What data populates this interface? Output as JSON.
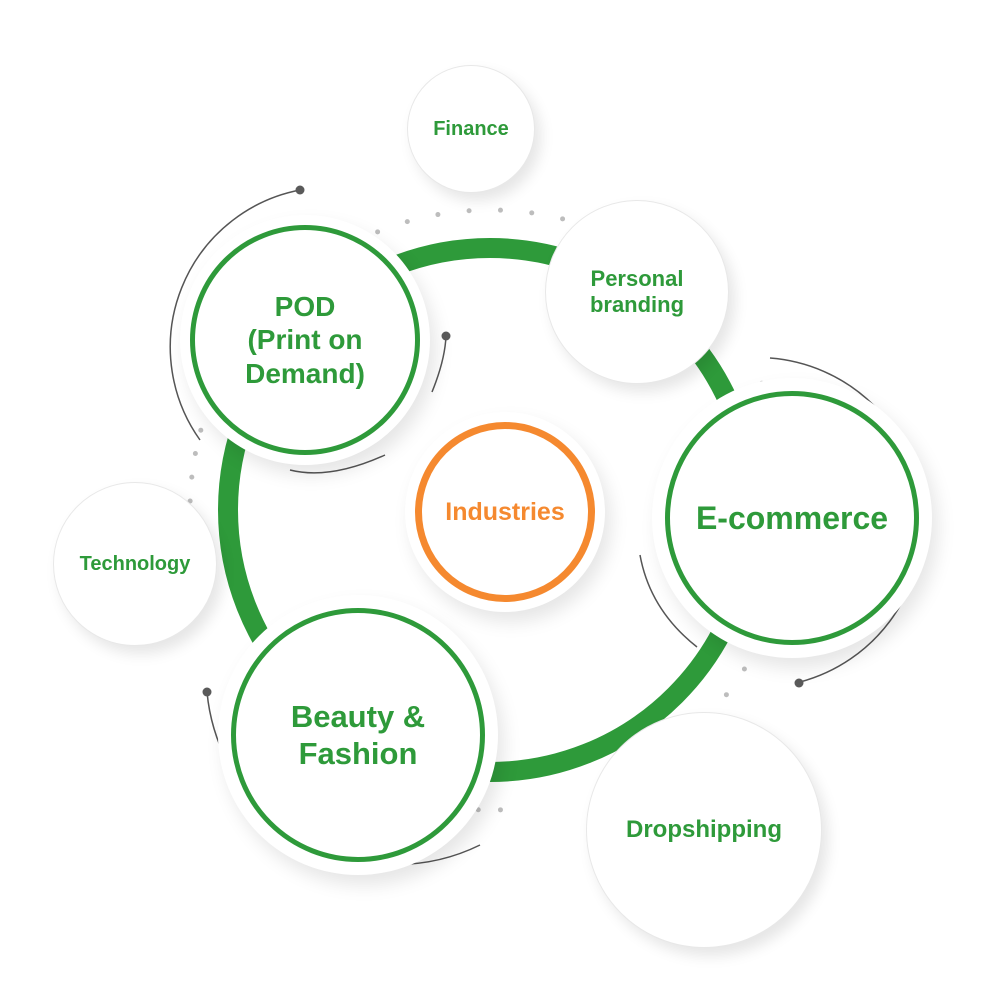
{
  "diagram": {
    "title": "Industries",
    "colors": {
      "primary_green": "#2e9a3a",
      "center_orange": "#f5892f",
      "accent_gray": "#555555",
      "dot_gray": "#bdbdbd"
    },
    "center": {
      "label": "Industries"
    },
    "primary_nodes": [
      {
        "id": "pod",
        "label": "POD (Print on Demand)",
        "lines": [
          "POD",
          "(Print on",
          "Demand)"
        ]
      },
      {
        "id": "ecommerce",
        "label": "E-commerce",
        "lines": [
          "E-commerce"
        ]
      },
      {
        "id": "beauty",
        "label": "Beauty & Fashion",
        "lines": [
          "Beauty &",
          "Fashion"
        ]
      }
    ],
    "secondary_nodes": [
      {
        "id": "finance",
        "label": "Finance",
        "lines": [
          "Finance"
        ]
      },
      {
        "id": "personal-branding",
        "label": "Personal branding",
        "lines": [
          "Personal",
          "branding"
        ]
      },
      {
        "id": "technology",
        "label": "Technology",
        "lines": [
          "Technology"
        ]
      },
      {
        "id": "dropshipping",
        "label": "Dropshipping",
        "lines": [
          "Dropshipping"
        ]
      }
    ]
  }
}
